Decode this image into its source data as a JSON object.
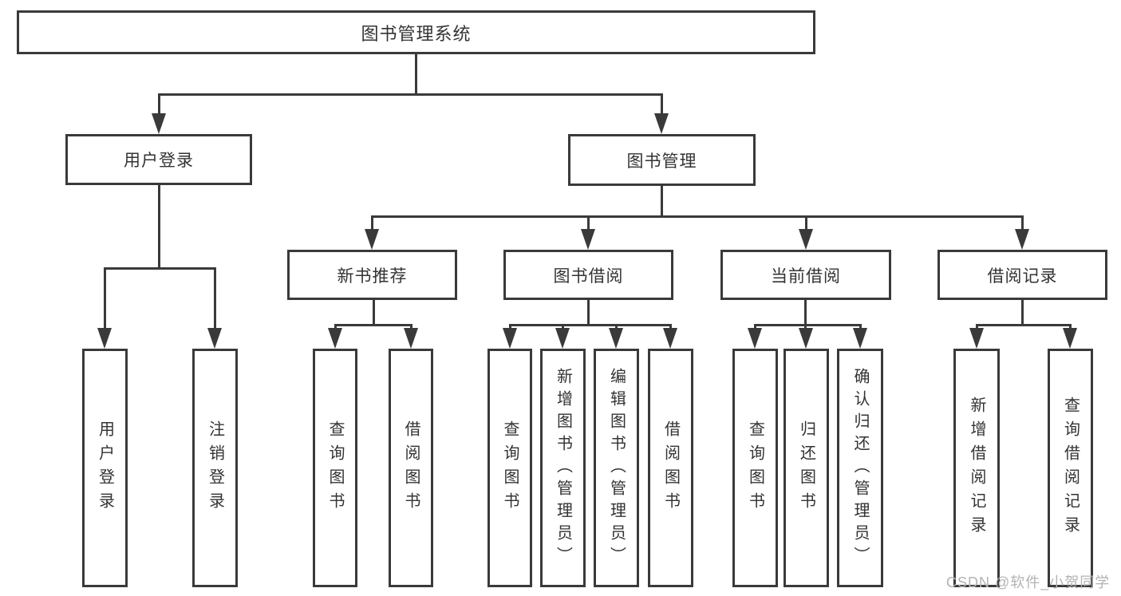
{
  "diagram": {
    "title": "图书管理系统",
    "root": {
      "label": "图书管理系统"
    },
    "level2": [
      {
        "id": "user-login",
        "label": "用户登录"
      },
      {
        "id": "book-management",
        "label": "图书管理"
      }
    ],
    "level3": [
      {
        "id": "new-book-recommend",
        "label": "新书推荐",
        "parent": "图书管理"
      },
      {
        "id": "book-borrowing",
        "label": "图书借阅",
        "parent": "图书管理"
      },
      {
        "id": "current-borrowing",
        "label": "当前借阅",
        "parent": "图书管理"
      },
      {
        "id": "borrowing-records",
        "label": "借阅记录",
        "parent": "图书管理"
      }
    ],
    "leaves": [
      {
        "id": "leaf-user-login",
        "label": "用户登录",
        "parent": "用户登录"
      },
      {
        "id": "leaf-logout",
        "label": "注销登录",
        "parent": "用户登录"
      },
      {
        "id": "leaf-query-books-1",
        "label": "查询图书",
        "parent": "新书推荐"
      },
      {
        "id": "leaf-borrow-books-1",
        "label": "借阅图书",
        "parent": "新书推荐"
      },
      {
        "id": "leaf-query-books-2",
        "label": "查询图书",
        "parent": "图书借阅"
      },
      {
        "id": "leaf-add-books-admin",
        "label": "新增图书（管理员）",
        "parent": "图书借阅"
      },
      {
        "id": "leaf-edit-books-admin",
        "label": "编辑图书（管理员）",
        "parent": "图书借阅"
      },
      {
        "id": "leaf-borrow-books-2",
        "label": "借阅图书",
        "parent": "图书借阅"
      },
      {
        "id": "leaf-query-books-3",
        "label": "查询图书",
        "parent": "当前借阅"
      },
      {
        "id": "leaf-return-books",
        "label": "归还图书",
        "parent": "当前借阅"
      },
      {
        "id": "leaf-confirm-return-admin",
        "label": "确认归还（管理员）",
        "parent": "当前借阅"
      },
      {
        "id": "leaf-add-borrow-record",
        "label": "新增借阅记录",
        "parent": "借阅记录"
      },
      {
        "id": "leaf-query-borrow-record",
        "label": "查询借阅记录",
        "parent": "借阅记录"
      }
    ],
    "colors": {
      "line": "#3a3a3a",
      "text": "#333333",
      "background": "#ffffff",
      "watermark": "#b3b3b3"
    }
  },
  "watermark": {
    "text": "CSDN @软件_小贺同学"
  }
}
